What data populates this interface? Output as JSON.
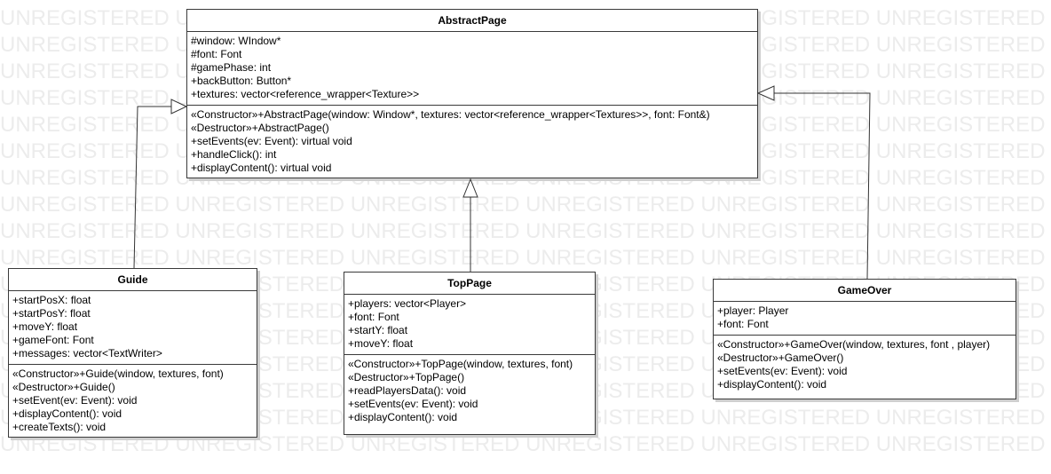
{
  "watermark": {
    "text": "UNREGISTERED",
    "rows": 17,
    "repeat": 6
  },
  "classes": [
    {
      "id": "abstract-page",
      "name": "AbstractPage",
      "attributes": [
        "#window: WIndow*",
        "#font: Font",
        "#gamePhase: int",
        "+backButton: Button*",
        "+textures: vector<reference_wrapper<Texture>>"
      ],
      "operations": [
        "«Constructor»+AbstractPage(window: Window*, textures: vector<reference_wrapper<Textures>>, font: Font&)",
        "«Destructor»+AbstractPage()",
        "+setEvents(ev: Event): virtual void",
        "+handleClick(): int",
        "+displayContent(): virtual void"
      ]
    },
    {
      "id": "guide",
      "name": "Guide",
      "attributes": [
        "+startPosX: float",
        "+startPosY: float",
        "+moveY: float",
        "+gameFont: Font",
        "+messages: vector<TextWriter>"
      ],
      "operations": [
        "«Constructor»+Guide(window, textures, font)",
        "«Destructor»+Guide()",
        "+setEvent(ev: Event): void",
        "+displayContent(): void",
        "+createTexts(): void"
      ]
    },
    {
      "id": "top-page",
      "name": "TopPage",
      "attributes": [
        "+players: vector<Player>",
        "+font: Font",
        "+startY: float",
        "+moveY: float"
      ],
      "operations": [
        "«Constructor»+TopPage(window, textures, font)",
        "«Destructor»+TopPage()",
        "+readPlayersData(): void",
        "+setEvents(ev: Event): void",
        "+displayContent(): void"
      ]
    },
    {
      "id": "game-over",
      "name": "GameOver",
      "attributes": [
        "+player: Player",
        "+font: Font"
      ],
      "operations": [
        "«Constructor»+GameOver(window, textures, font , player)",
        "«Destructor»+GameOver()",
        "+setEvents(ev: Event): void",
        "+displayContent(): void"
      ]
    }
  ],
  "relationships": [
    {
      "type": "generalization",
      "from": "guide",
      "to": "abstract-page"
    },
    {
      "type": "generalization",
      "from": "top-page",
      "to": "abstract-page"
    },
    {
      "type": "generalization",
      "from": "game-over",
      "to": "abstract-page"
    }
  ]
}
